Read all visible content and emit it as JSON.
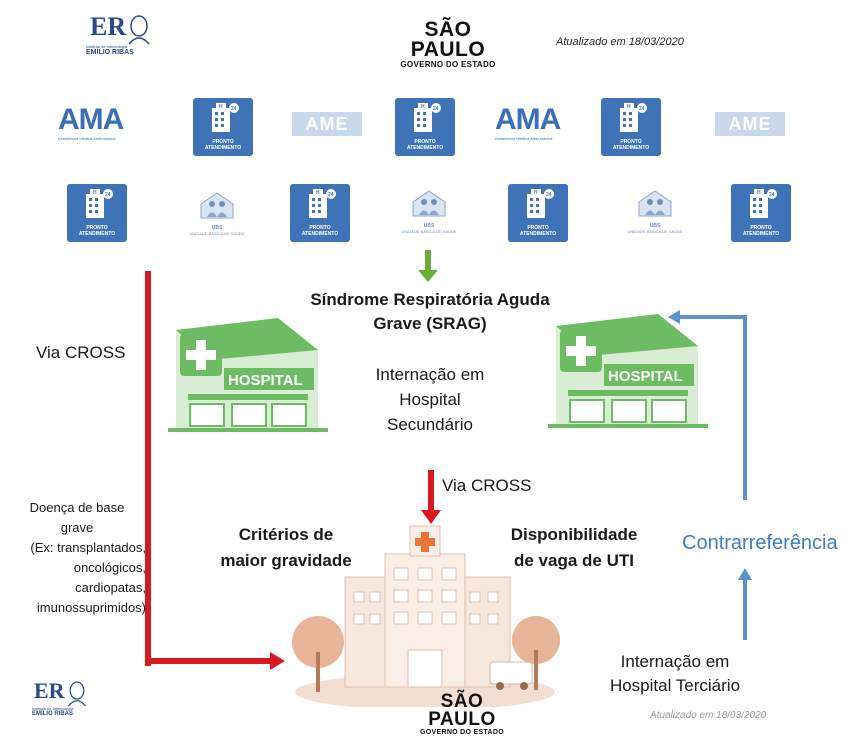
{
  "header": {
    "left_logo": {
      "monogram": "ER",
      "line1": "Instituto de Infectologia",
      "line2": "EMÍLIO RIBAS"
    },
    "center_logo": {
      "big": "SÃO PAULO",
      "small": "GOVERNO DO ESTADO"
    },
    "updated": "Atualizado em 18/03/2020"
  },
  "units": {
    "pa_label_1": "PRONTO",
    "pa_label_2": "ATENDIMENTO",
    "ama_text": "AMA",
    "ama_sub": "Assistência Médica Ambulatorial",
    "ame_text": "AME",
    "ubs_label": "UBS",
    "ubs_sub": "UNIDADE BÁSICA DE SAÚDE",
    "h24": "H",
    "h24_sup": "24"
  },
  "flow": {
    "srag_title_1": "Síndrome Respiratória Aguda",
    "srag_title_2": "Grave (SRAG)",
    "secondary_1": "Internação em",
    "secondary_2": "Hospital",
    "secondary_3": "Secundário",
    "via_cross_left": "Via CROSS",
    "via_cross_center": "Via CROSS",
    "doenca_1": "Doença de base",
    "doenca_2": "grave",
    "doenca_3": "(Ex: transplantados,",
    "doenca_4": "oncológicos,",
    "doenca_5": "cardiopatas,",
    "doenca_6": "imunossuprimidos)",
    "criterios_1": "Critérios de",
    "criterios_2": "maior gravidade",
    "disp_1": "Disponibilidade",
    "disp_2": "de vaga de UTI",
    "contrarreferencia": "Contrarreferência",
    "terciario_1": "Internação em",
    "terciario_2": "Hospital Terciário",
    "hospital_sign": "HOSPITAL"
  },
  "footer": {
    "left_logo": {
      "monogram": "ER",
      "line1": "Instituto de Infectologia",
      "line2": "EMÍLIO RIBAS"
    },
    "center_logo": {
      "big": "SÃO PAULO",
      "small": "GOVERNO DO ESTADO"
    },
    "updated": "Atualizado em 18/03/2020"
  },
  "colors": {
    "red_arrow": "#d71920",
    "green_arrow": "#6aad3d",
    "blue_arrow": "#5b93c9",
    "hospital_green": "#6dbb62",
    "card_blue": "#3e73b8",
    "text_blue": "#3e7dc3"
  }
}
